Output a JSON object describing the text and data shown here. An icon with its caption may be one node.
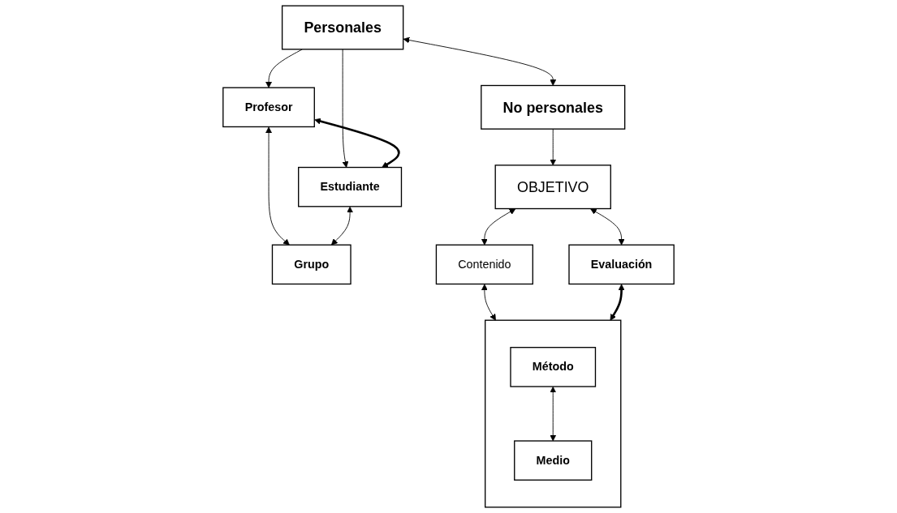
{
  "diagram": {
    "nodes": [
      {
        "text": [
          "Personales"
        ]
      },
      {
        "text": [
          "No personales"
        ]
      },
      {
        "text": [
          "Profesor"
        ]
      },
      {
        "text": [
          "Estudiante"
        ]
      },
      {
        "text": [
          "Grupo"
        ]
      },
      {
        "text": [
          "OBJETIVO"
        ]
      },
      {
        "text": [
          "Contenido"
        ]
      },
      {
        "text": [],
        "shape": "box"
      },
      {
        "text": [
          "Método"
        ],
        "in": 7
      },
      {
        "text": [
          "Medio"
        ],
        "in": 7
      },
      {
        "text": [
          "Evaluación"
        ]
      }
    ],
    "edges": [
      {
        "from": 0,
        "to": 1,
        "arrow": "both"
      },
      {
        "from": 0,
        "to": 2,
        "arrow": "to"
      },
      {
        "from": 0,
        "to": 3,
        "arrow": "to"
      },
      {
        "from": 1,
        "to": 5,
        "arrow": "to"
      },
      {
        "from": 2,
        "to": 3,
        "arrow": "both",
        "style": "thick"
      },
      {
        "from": 2,
        "to": 4,
        "arrow": "both"
      },
      {
        "from": 3,
        "to": 4,
        "arrow": "both"
      },
      {
        "from": 5,
        "to": 6,
        "arrow": "both"
      },
      {
        "from": 6,
        "to": 7,
        "arrow": "both"
      },
      {
        "from": 5,
        "to": 10,
        "arrow": "both"
      },
      {
        "from": 10,
        "to": 7,
        "arrow": "both",
        "style": "thick"
      },
      {
        "from": 8,
        "to": 9,
        "arrow": "both"
      }
    ]
  }
}
